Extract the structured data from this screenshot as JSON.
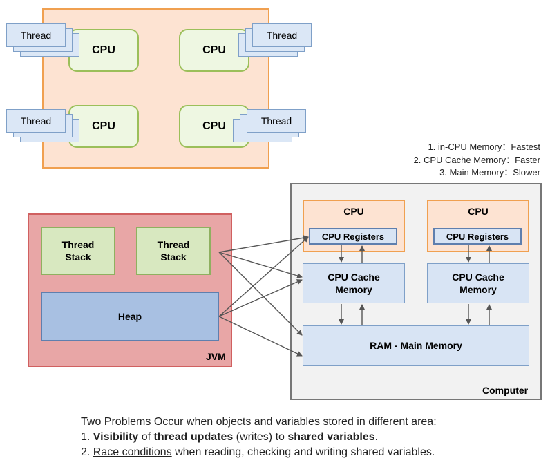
{
  "top_panel": {
    "cpu_label": "CPU",
    "thread_label": "Thread"
  },
  "speed_list": [
    "1. in-CPU Memory：Fastest",
    "2. CPU Cache Memory：Faster",
    "3. Main Memory：Slower"
  ],
  "jvm": {
    "label": "JVM",
    "thread_stack_label_1": "Thread",
    "thread_stack_label_2": "Stack",
    "heap_label": "Heap"
  },
  "computer": {
    "label": "Computer",
    "cpu_title": "CPU",
    "registers_label": "CPU Registers",
    "cache_label_1": "CPU Cache",
    "cache_label_2": "Memory",
    "ram_label": "RAM - Main Memory"
  },
  "problems": {
    "intro": "Two Problems Occur when objects and variables stored in different area:",
    "line1": {
      "num": "1. ",
      "visibility": "Visibility",
      "of": " of ",
      "thread_updates": "thread updates",
      "writes": " (writes) to ",
      "shared_variables": "shared variables",
      "end": "."
    },
    "line2": {
      "num": "2. ",
      "race": "Race conditions",
      "rest": " when reading, checking and writing shared variables."
    }
  },
  "colors": {
    "orange_fill": "#fde3d2",
    "orange_border": "#f0a050",
    "green_fill": "#eef7e2",
    "blue_fill": "#d8e4f4",
    "jvm_fill": "#e8a6a6",
    "heap_fill": "#a8c0e2",
    "computer_fill": "#f2f2f2",
    "arrow": "#555555"
  }
}
